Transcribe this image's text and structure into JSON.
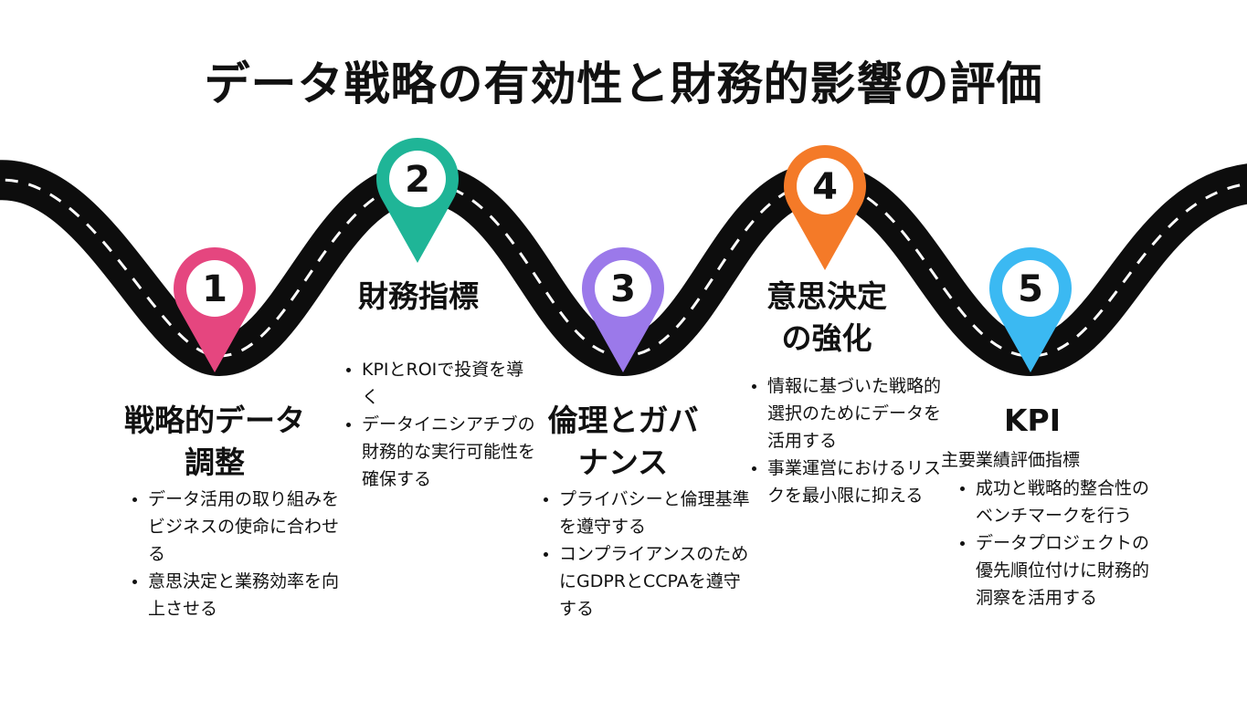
{
  "title": "データ戦略の有効性と財務的影響の評価",
  "colors": {
    "road": "#0d0d0d",
    "lane": "#ffffff",
    "background": "#ffffff"
  },
  "steps": [
    {
      "number": "1",
      "color": "#e5467f",
      "heading": [
        "戦略的データ",
        "調整"
      ],
      "bullets": [
        "データ活用の取り組みをビジネスの使命に合わせる",
        "意思決定と業務効率を向上させる"
      ]
    },
    {
      "number": "2",
      "color": "#1fb597",
      "heading": [
        "財務指標"
      ],
      "bullets": [
        "KPIとROIで投資を導く",
        "データイニシアチブの財務的な実行可能性を確保する"
      ]
    },
    {
      "number": "3",
      "color": "#9b79ea",
      "heading": [
        "倫理とガバ",
        "ナンス"
      ],
      "bullets": [
        "プライバシーと倫理基準を遵守する",
        "コンプライアンスのためにGDPRとCCPAを遵守する"
      ]
    },
    {
      "number": "4",
      "color": "#f47a28",
      "heading": [
        "意思決定",
        "の強化"
      ],
      "bullets": [
        "情報に基づいた戦略的選択のためにデータを活用する",
        "事業運営におけるリスクを最小限に抑える"
      ]
    },
    {
      "number": "5",
      "color": "#3bb9f2",
      "heading": [
        "KPI"
      ],
      "subheading": "主要業績評価指標",
      "bullets": [
        "成功と戦略的整合性のベンチマークを行う",
        "データプロジェクトの優先順位付けに財務的洞察を活用する"
      ]
    }
  ]
}
